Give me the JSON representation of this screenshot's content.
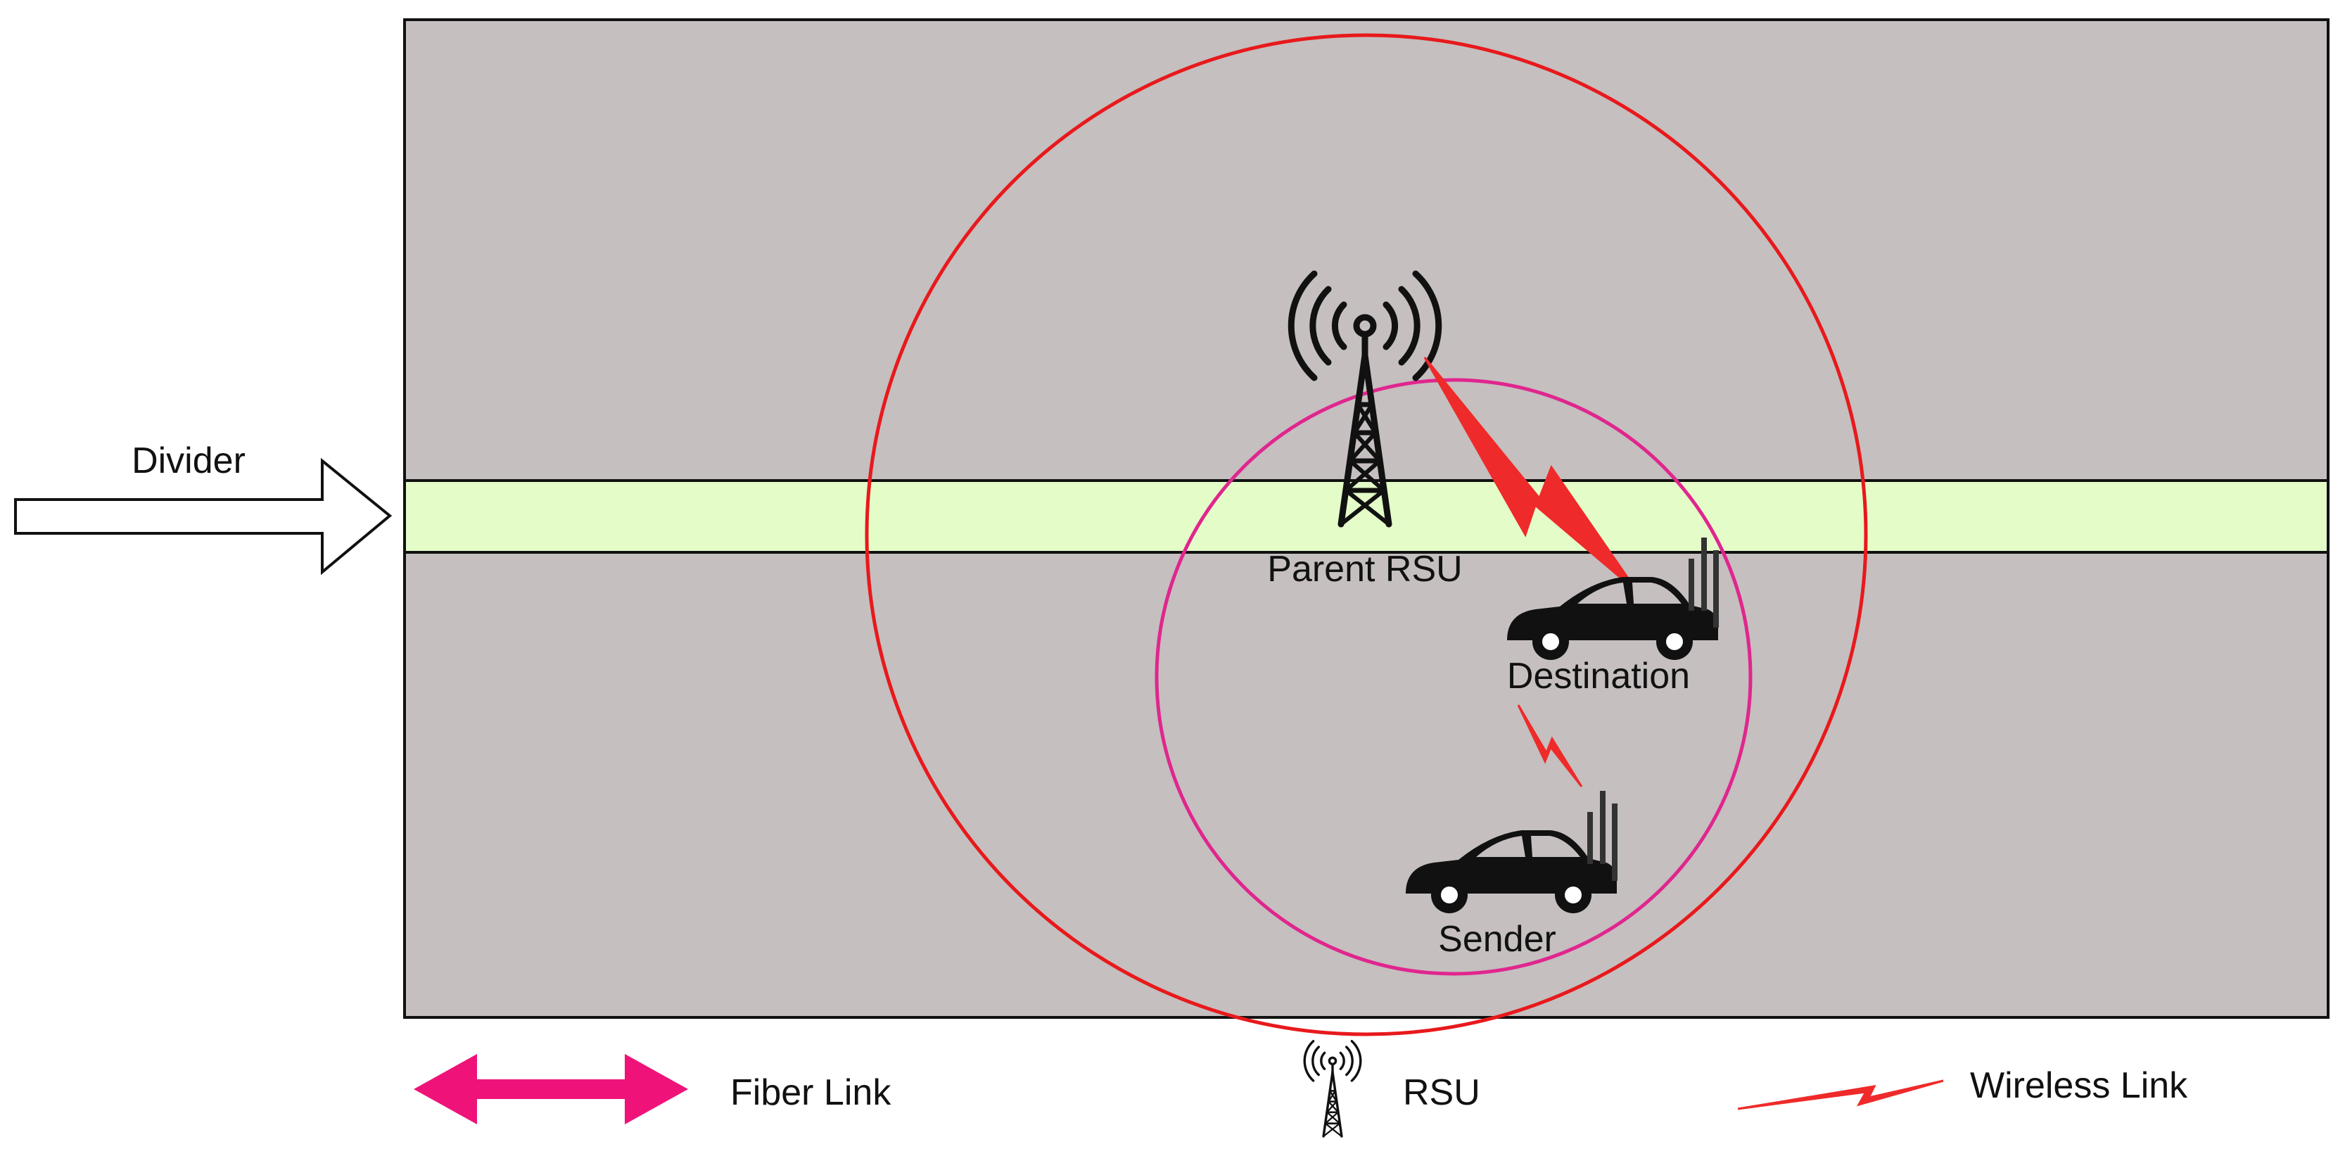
{
  "divider": {
    "label": "Divider"
  },
  "nodes": {
    "parent_rsu": "Parent RSU",
    "destination": "Destination",
    "sender": "Sender"
  },
  "legend": {
    "fiber_link": "Fiber Link",
    "rsu": "RSU",
    "wireless_link": "Wireless Link"
  },
  "colors": {
    "road": "#c5bfbf",
    "divider_strip": "#e4fcc8",
    "large_range": "#e8191c",
    "small_range": "#e0268e",
    "wireless": "#ef2a2a",
    "fiber": "#ef1379",
    "ink": "#111111"
  },
  "icons": {
    "rsu": "rsu-tower-icon",
    "vehicle": "car-icon",
    "wireless": "lightning-bolt-icon",
    "fiber": "double-arrow-icon",
    "divider": "right-arrow-icon"
  }
}
